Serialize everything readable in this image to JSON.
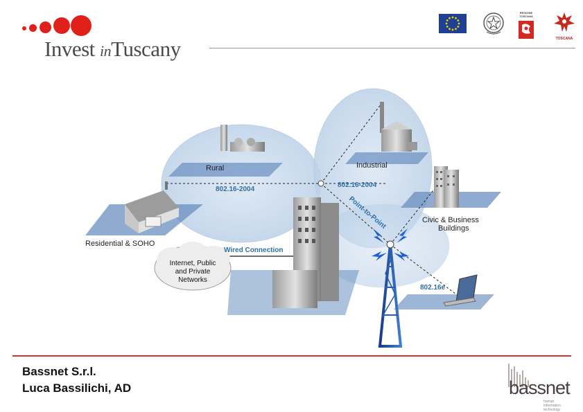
{
  "brand": {
    "part1": "Invest ",
    "part2": "in",
    "part3": "Tuscany"
  },
  "logos": {
    "regione_line1": "REGIONE",
    "regione_line2": "TOSCANA",
    "toscana_name": "TOSCANA"
  },
  "diagram": {
    "rural": "Rural",
    "industrial": "Industrial",
    "standard_left": "802.16-2004",
    "standard_right": "802.16-2004",
    "ptp": "Point-to-Point",
    "civic_line1": "Civic & Business",
    "civic_line2": "Buildings",
    "residential": "Residential & SOHO",
    "wired": "Wired Connection",
    "cloud_line1": "Internet, Public",
    "cloud_line2": "and Private",
    "cloud_line3": "Networks",
    "mobile": "802.16e"
  },
  "footer": {
    "company": "Bassnet S.r.l.",
    "person": "Luca Bassilichi, AD",
    "logo_word": "bassnet",
    "logo_tag1": "human",
    "logo_tag2": "information",
    "logo_tag3": "technology"
  },
  "colors": {
    "accent_red": "#e0201b",
    "footer_red": "#d9302a",
    "label_blue": "#2f6fa8",
    "eu_blue": "#1f3f94"
  }
}
